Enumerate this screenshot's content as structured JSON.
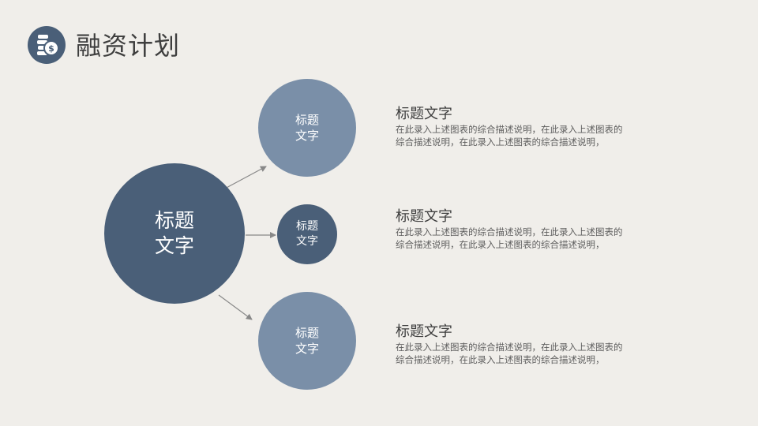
{
  "header": {
    "icon": "coins-dollar-icon",
    "title": "融资计划"
  },
  "diagram": {
    "center": {
      "label": "标题\n文字"
    },
    "nodes": [
      {
        "label": "标题\n文字"
      },
      {
        "label": "标题\n文字"
      },
      {
        "label": "标题\n文字"
      }
    ]
  },
  "blocks": [
    {
      "title": "标题文字",
      "desc_line1": "在此录入上述图表的综合描述说明，在此录入上述图表的",
      "desc_line2": "综合描述说明，在此录入上述图表的综合描述说明，"
    },
    {
      "title": "标题文字",
      "desc_line1": "在此录入上述图表的综合描述说明，在此录入上述图表的",
      "desc_line2": "综合描述说明，在此录入上述图表的综合描述说明，"
    },
    {
      "title": "标题文字",
      "desc_line1": "在此录入上述图表的综合描述说明，在此录入上述图表的",
      "desc_line2": "综合描述说明，在此录入上述图表的综合描述说明，"
    }
  ],
  "colors": {
    "background": "#f0eeea",
    "dark_blue": "#4a5f78",
    "light_blue": "#7a8fa8",
    "arrow": "#888888"
  }
}
